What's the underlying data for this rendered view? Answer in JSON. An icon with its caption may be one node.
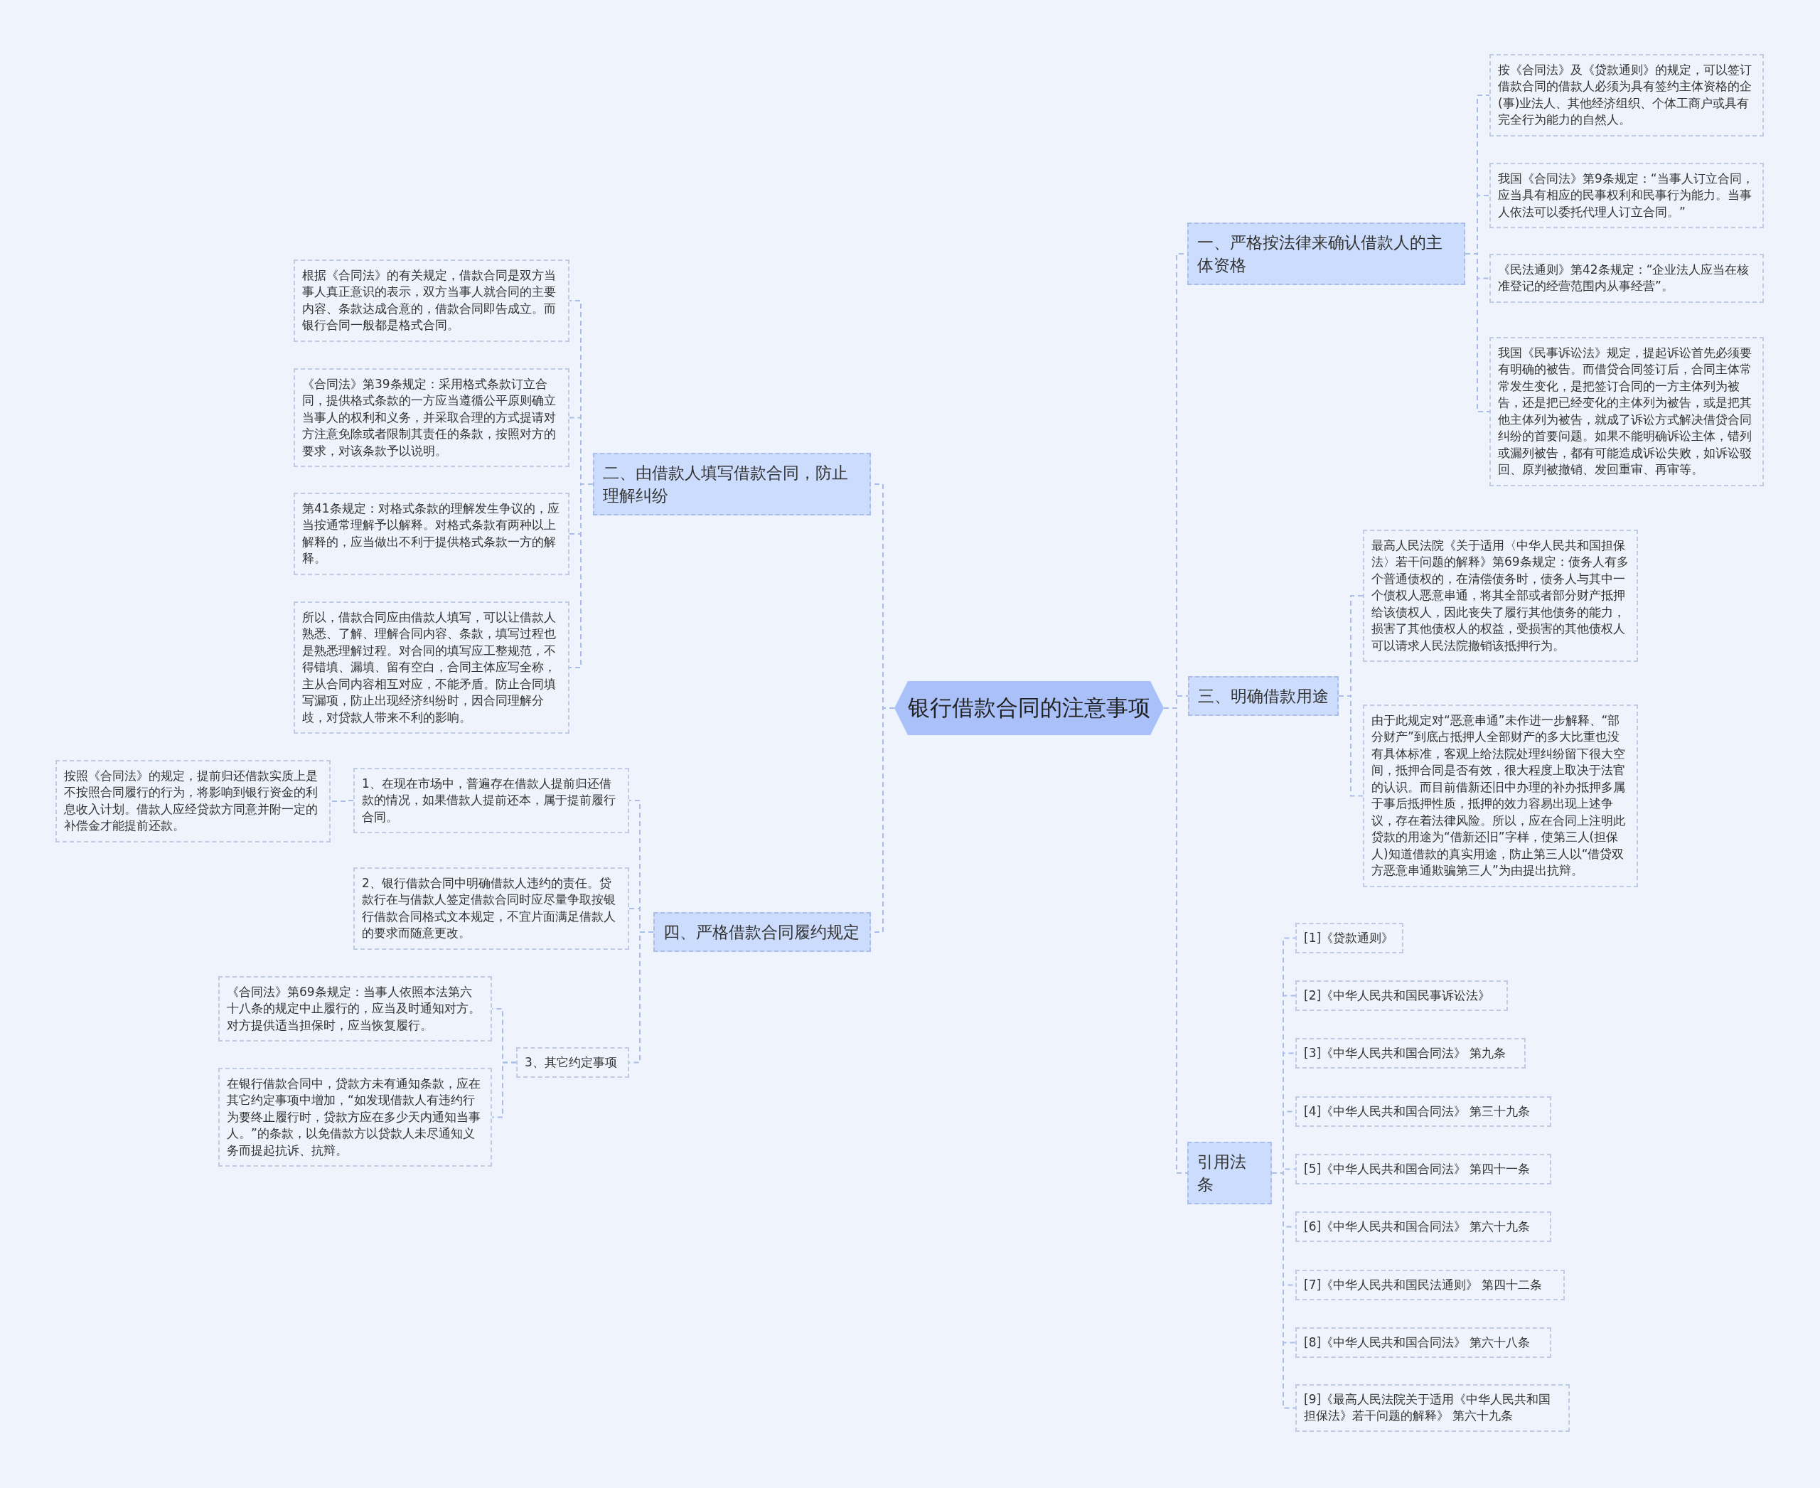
{
  "diagram": {
    "nodes": [
      {
        "text": [
          "银行借款合同的注意事项"
        ]
      },
      {
        "text": [
          "一、严格按法律来确认借款人的主体资格"
        ]
      },
      {
        "text": [
          "按《合同法》及《贷款通则》的规定，可以签订借款合同的借款人必须为具有签约主体资格的企(事)业法人、其他经济组织、个体工商户或具有完全行为能力的自然人。"
        ]
      },
      {
        "text": [
          "我国《合同法》第9条规定：“当事人订立合同，应当具有相应的民事权利和民事行为能力。当事人依法可以委托代理人订立合同。”"
        ]
      },
      {
        "text": [
          "《民法通则》第42条规定：“企业法人应当在核准登记的经营范围内从事经营”。"
        ]
      },
      {
        "text": [
          "我国《民事诉讼法》规定，提起诉讼首先必须要有明确的被告。而借贷合同签订后，合同主体常常发生变化，是把签订合同的一方主体列为被告，还是把已经变化的主体列为被告，或是把其他主体列为被告，就成了诉讼方式解决借贷合同纠纷的首要问题。如果不能明确诉讼主体，错列或漏列被告，都有可能造成诉讼失败，如诉讼驳回、原判被撤销、发回重审、再审等。"
        ]
      },
      {
        "text": [
          "三、明确借款用途"
        ]
      },
      {
        "text": [
          "最高人民法院《关于适用〈中华人民共和国担保法〉若干问题的解释》第69条规定：债务人有多个普通债权的，在清偿债务时，债务人与其中一个债权人恶意串通，将其全部或者部分财产抵押给该债权人，因此丧失了履行其他债务的能力，损害了其他债权人的权益，受损害的其他债权人可以请求人民法院撤销该抵押行为。"
        ]
      },
      {
        "text": [
          "由于此规定对“恶意串通”未作进一步解释、“部分财产”到底占抵押人全部财产的多大比重也没有具体标准，客观上给法院处理纠纷留下很大空间，抵押合同是否有效，很大程度上取决于法官的认识。而目前借新还旧中办理的补办抵押多属于事后抵押性质，抵押的效力容易出现上述争议，存在着法律风险。所以，应在合同上注明此贷款的用途为“借新还旧”字样，使第三人(担保人)知道借款的真实用途，防止第三人以“借贷双方恶意串通欺骗第三人”为由提出抗辩。"
        ]
      },
      {
        "text": [
          "引用法条"
        ]
      },
      {
        "text": [
          "[1]《贷款通则》"
        ]
      },
      {
        "text": [
          "[2]《中华人民共和国民事诉讼法》"
        ]
      },
      {
        "text": [
          "[3]《中华人民共和国合同法》 第九条"
        ]
      },
      {
        "text": [
          "[4]《中华人民共和国合同法》 第三十九条"
        ]
      },
      {
        "text": [
          "[5]《中华人民共和国合同法》 第四十一条"
        ]
      },
      {
        "text": [
          "[6]《中华人民共和国合同法》 第六十九条"
        ]
      },
      {
        "text": [
          "[7]《中华人民共和国民法通则》 第四十二条"
        ]
      },
      {
        "text": [
          "[8]《中华人民共和国合同法》 第六十八条"
        ]
      },
      {
        "text": [
          "[9]《最高人民法院关于适用《中华人民共和国担保法》若干问题的解释》 第六十九条"
        ]
      },
      {
        "text": [
          "二、由借款人填写借款合同，防止理解纠纷"
        ]
      },
      {
        "text": [
          "根据《合同法》的有关规定，借款合同是双方当事人真正意识的表示，双方当事人就合同的主要内容、条款达成合意的，借款合同即告成立。而银行合同一般都是格式合同。"
        ]
      },
      {
        "text": [
          "《合同法》第39条规定：采用格式条款订立合同，提供格式条款的一方应当遵循公平原则确立当事人的权利和义务，并采取合理的方式提请对方注意免除或者限制其责任的条款，按照对方的要求，对该条款予以说明。"
        ]
      },
      {
        "text": [
          "第41条规定：对格式条款的理解发生争议的，应当按通常理解予以解释。对格式条款有两种以上解释的，应当做出不利于提供格式条款一方的解释。"
        ]
      },
      {
        "text": [
          "所以，借款合同应由借款人填写，可以让借款人熟悉、了解、理解合同内容、条款，填写过程也是熟悉理解过程。对合同的填写应工整规范，不得错填、漏填、留有空白，合同主体应写全称，主从合同内容相互对应，不能矛盾。防止合同填写漏项，防止出现经济纠纷时，因合同理解分歧，对贷款人带来不利的影响。"
        ]
      },
      {
        "text": [
          "四、严格借款合同履约规定"
        ]
      },
      {
        "text": [
          "1、在现在市场中，普遍存在借款人提前归还借款的情况，如果借款人提前还本，属于提前履行合同。"
        ]
      },
      {
        "text": [
          "按照《合同法》的规定，提前归还借款实质上是不按照合同履行的行为，将影响到银行资金的利息收入计划。借款人应经贷款方同意并附一定的补偿金才能提前还款。"
        ]
      },
      {
        "text": [
          "2、银行借款合同中明确借款人违约的责任。贷款行在与借款人签定借款合同时应尽量争取按银行借款合同格式文本规定，不宜片面满足借款人的要求而随意更改。"
        ]
      },
      {
        "text": [
          "3、其它约定事项"
        ]
      },
      {
        "text": [
          "《合同法》第69条规定：当事人依照本法第六十八条的规定中止履行的，应当及时通知对方。对方提供适当担保时，应当恢复履行。"
        ]
      },
      {
        "text": [
          "在银行借款合同中，贷款方未有通知条款，应在其它约定事项中增加，“如发现借款人有违约行为要终止履行时，贷款方应在多少天内通知当事人。”的条款，以免借款方以贷款人未尽通知义务而提起抗诉、抗辩。"
        ]
      }
    ],
    "edges": [
      {
        "from": 0,
        "to": 1,
        "arrow": "none"
      },
      {
        "from": 1,
        "to": 2,
        "arrow": "none"
      },
      {
        "from": 1,
        "to": 3,
        "arrow": "none"
      },
      {
        "from": 1,
        "to": 4,
        "arrow": "none"
      },
      {
        "from": 1,
        "to": 5,
        "arrow": "none"
      },
      {
        "from": 0,
        "to": 6,
        "arrow": "none"
      },
      {
        "from": 6,
        "to": 7,
        "arrow": "none"
      },
      {
        "from": 6,
        "to": 8,
        "arrow": "none"
      },
      {
        "from": 0,
        "to": 9,
        "arrow": "none"
      },
      {
        "from": 9,
        "to": 10,
        "arrow": "none"
      },
      {
        "from": 9,
        "to": 11,
        "arrow": "none"
      },
      {
        "from": 9,
        "to": 12,
        "arrow": "none"
      },
      {
        "from": 9,
        "to": 13,
        "arrow": "none"
      },
      {
        "from": 9,
        "to": 14,
        "arrow": "none"
      },
      {
        "from": 9,
        "to": 15,
        "arrow": "none"
      },
      {
        "from": 9,
        "to": 16,
        "arrow": "none"
      },
      {
        "from": 9,
        "to": 17,
        "arrow": "none"
      },
      {
        "from": 9,
        "to": 18,
        "arrow": "none"
      },
      {
        "from": 0,
        "to": 19,
        "arrow": "none"
      },
      {
        "from": 19,
        "to": 20,
        "arrow": "none"
      },
      {
        "from": 19,
        "to": 21,
        "arrow": "none"
      },
      {
        "from": 19,
        "to": 22,
        "arrow": "none"
      },
      {
        "from": 19,
        "to": 23,
        "arrow": "none"
      },
      {
        "from": 0,
        "to": 24,
        "arrow": "none"
      },
      {
        "from": 24,
        "to": 25,
        "arrow": "none"
      },
      {
        "from": 25,
        "to": 26,
        "arrow": "none"
      },
      {
        "from": 24,
        "to": 27,
        "arrow": "none"
      },
      {
        "from": 24,
        "to": 28,
        "arrow": "none"
      },
      {
        "from": 28,
        "to": 29,
        "arrow": "none"
      },
      {
        "from": 28,
        "to": 30,
        "arrow": "none"
      }
    ]
  }
}
